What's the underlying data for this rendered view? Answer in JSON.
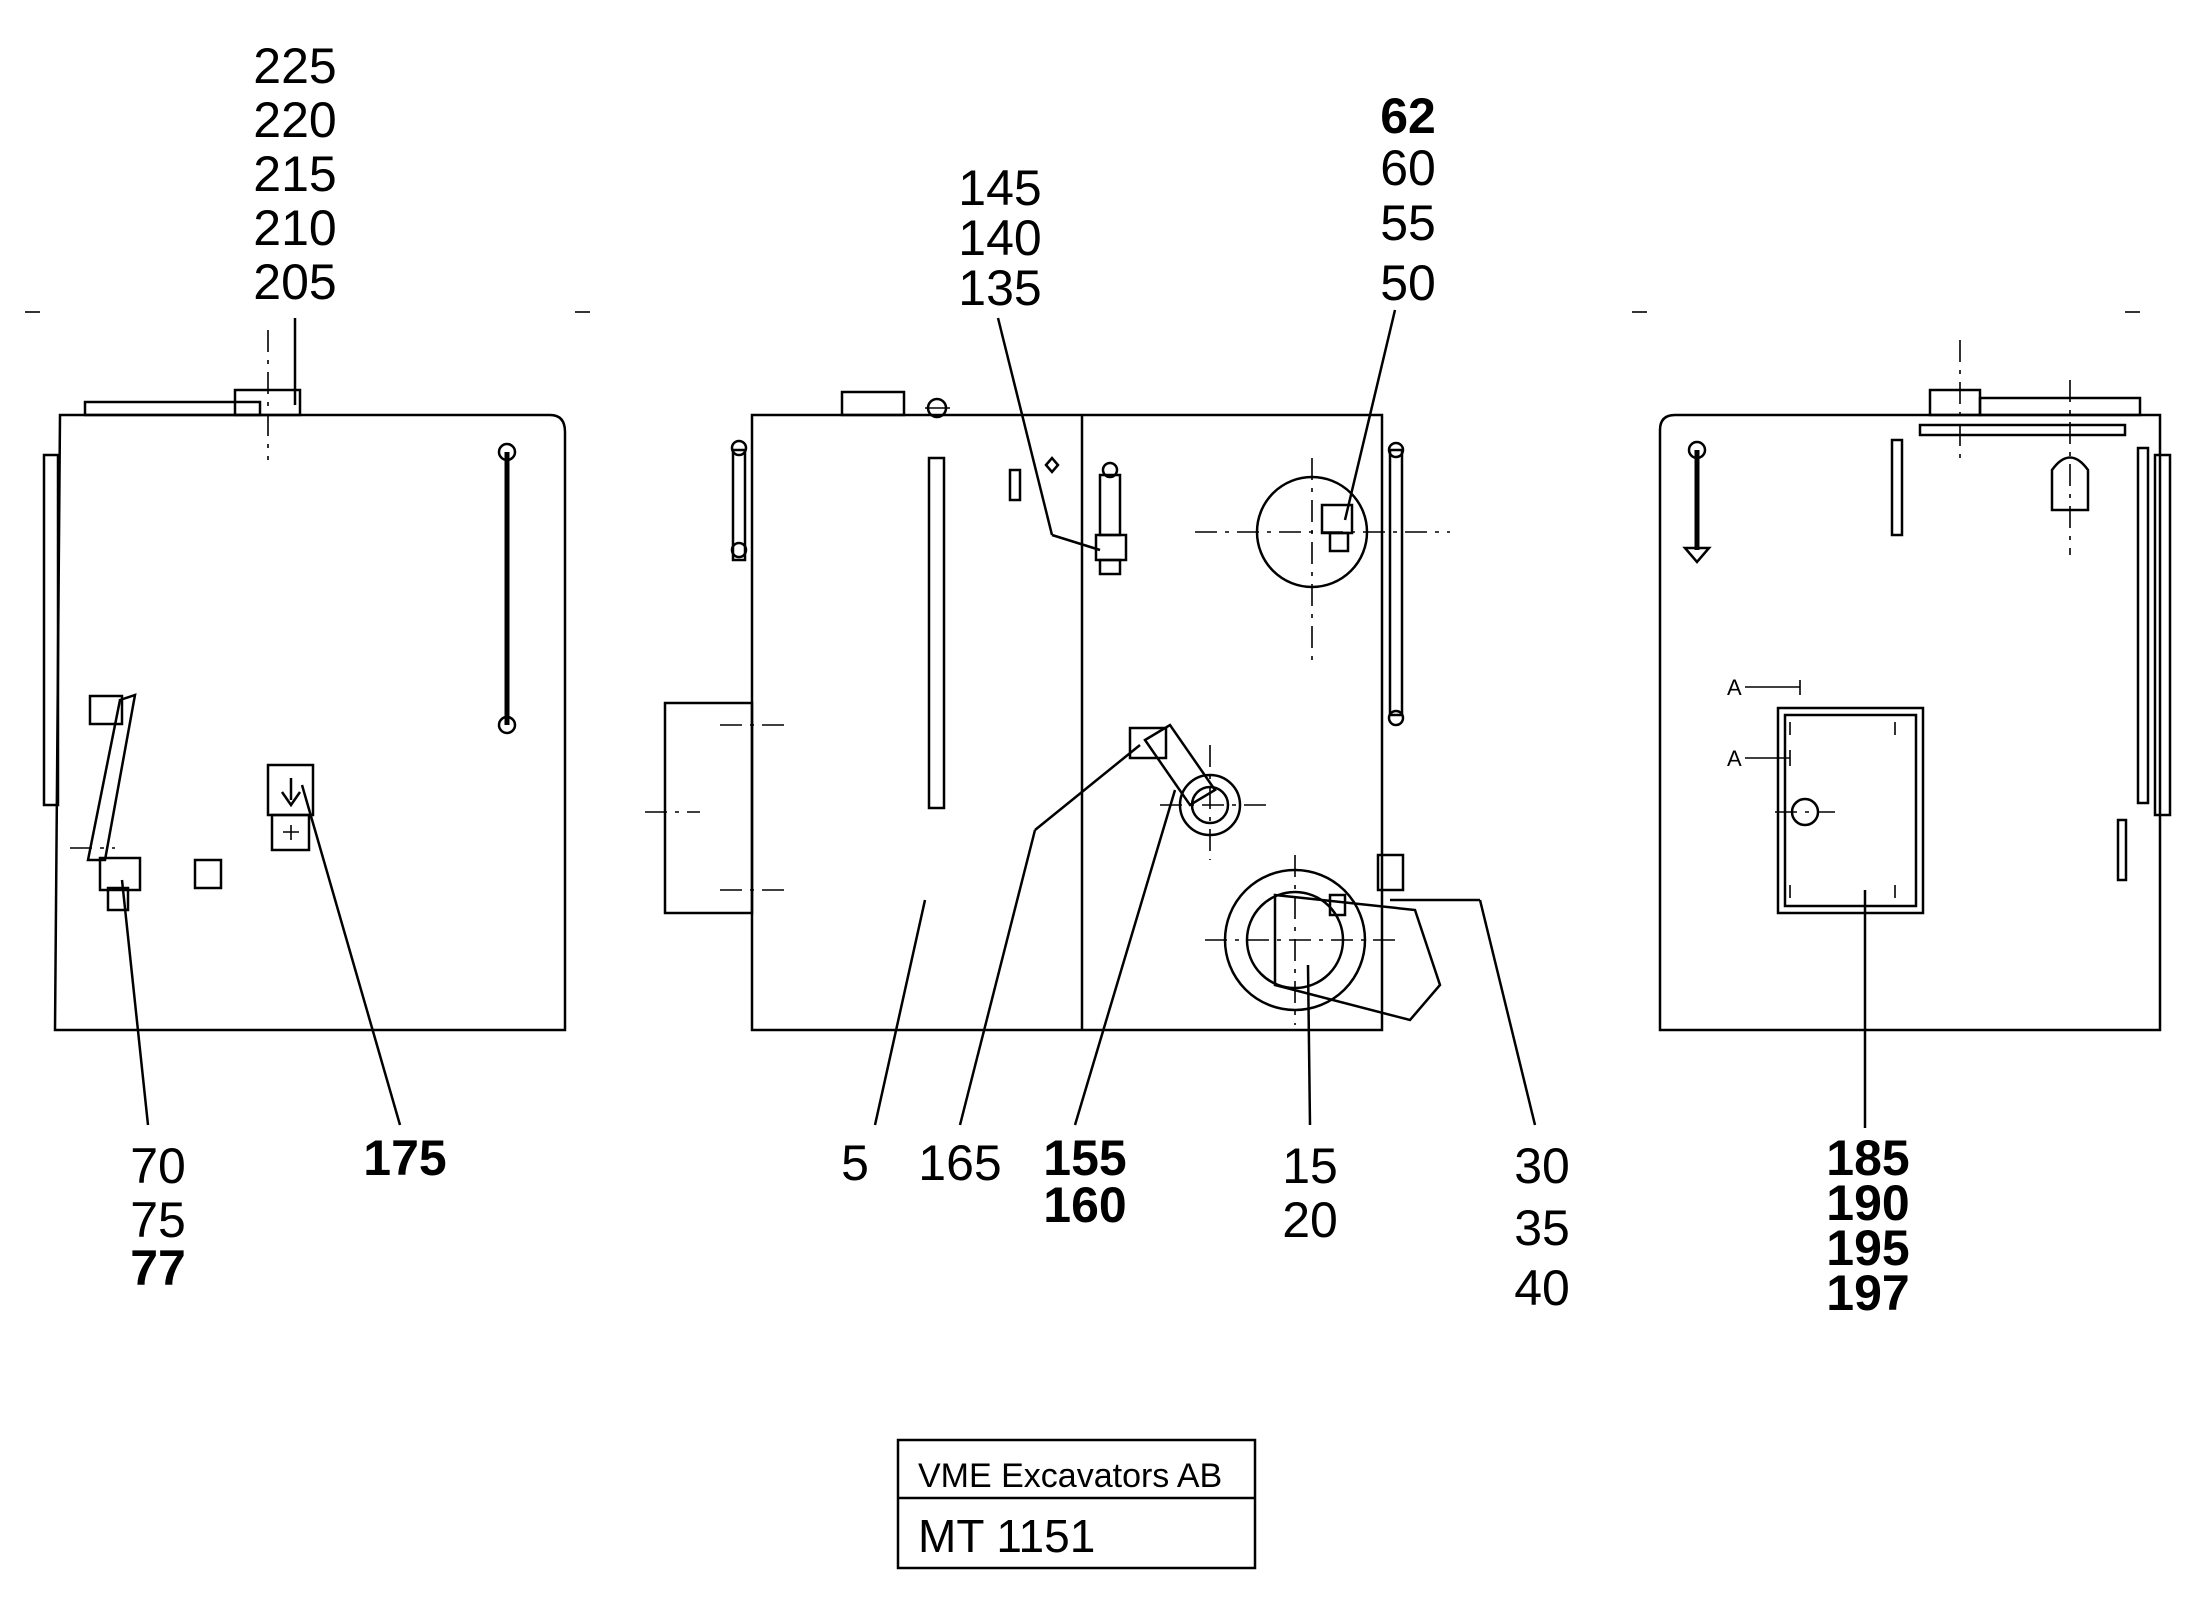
{
  "diagram": {
    "callouts": [
      {
        "id": "left-top",
        "lines": [
          {
            "text": "225",
            "bold": false
          },
          {
            "text": "220",
            "bold": false
          },
          {
            "text": "215",
            "bold": false
          },
          {
            "text": "210",
            "bold": false
          },
          {
            "text": "205",
            "bold": false
          }
        ]
      },
      {
        "id": "mid-top",
        "lines": [
          {
            "text": "145",
            "bold": false
          },
          {
            "text": "140",
            "bold": false
          },
          {
            "text": "135",
            "bold": false
          }
        ]
      },
      {
        "id": "right-top",
        "lines": [
          {
            "text": "62",
            "bold": true
          },
          {
            "text": "60",
            "bold": false
          },
          {
            "text": "55",
            "bold": false
          },
          {
            "text": "50",
            "bold": false
          }
        ]
      },
      {
        "id": "left-bottom-a",
        "lines": [
          {
            "text": "70",
            "bold": false
          },
          {
            "text": "75",
            "bold": false
          },
          {
            "text": "77",
            "bold": true
          }
        ]
      },
      {
        "id": "left-bottom-b",
        "lines": [
          {
            "text": "175",
            "bold": true
          }
        ]
      },
      {
        "id": "mid-bottom-a",
        "lines": [
          {
            "text": "5",
            "bold": false
          }
        ]
      },
      {
        "id": "mid-bottom-b",
        "lines": [
          {
            "text": "165",
            "bold": false
          }
        ]
      },
      {
        "id": "mid-bottom-c",
        "lines": [
          {
            "text": "155",
            "bold": true
          },
          {
            "text": "160",
            "bold": true
          }
        ]
      },
      {
        "id": "mid-bottom-d",
        "lines": [
          {
            "text": "15",
            "bold": false
          },
          {
            "text": "20",
            "bold": false
          }
        ]
      },
      {
        "id": "mid-bottom-e",
        "lines": [
          {
            "text": "30",
            "bold": false
          },
          {
            "text": "35",
            "bold": false
          },
          {
            "text": "40",
            "bold": false
          }
        ]
      },
      {
        "id": "right-bottom",
        "lines": [
          {
            "text": "185",
            "bold": true
          },
          {
            "text": "190",
            "bold": true
          },
          {
            "text": "195",
            "bold": true
          },
          {
            "text": "197",
            "bold": true
          }
        ]
      }
    ],
    "section_marks": [
      "A",
      "A"
    ]
  },
  "title_block": {
    "company": "VME Excavators AB",
    "drawing_number": "MT 1151"
  }
}
